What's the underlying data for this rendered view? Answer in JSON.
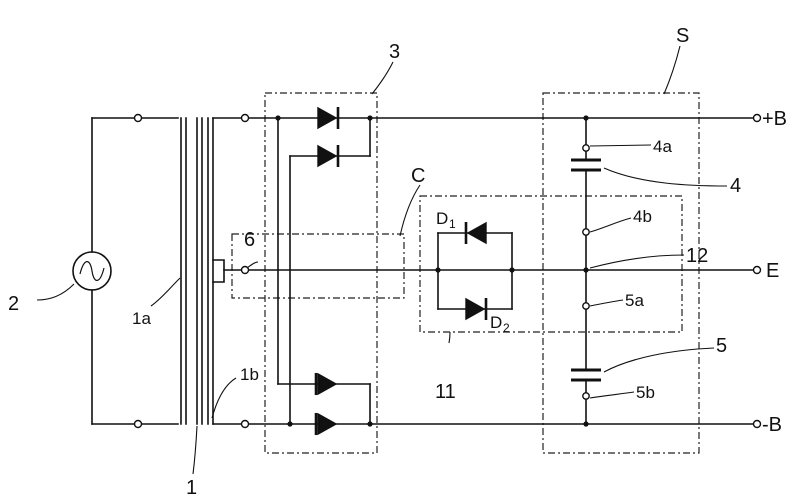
{
  "labels": {
    "transformer": "1",
    "primary_winding": "1a",
    "secondary_winding": "1b",
    "ac_source": "2",
    "rectifier_block": "3",
    "capacitor_top": "4",
    "capacitor_top_terminal_a": "4a",
    "capacitor_top_terminal_b": "4b",
    "capacitor_bottom": "5",
    "capacitor_bottom_terminal_a": "5a",
    "capacitor_bottom_terminal_b": "5b",
    "center_tap": "6",
    "diode_block": "11",
    "middle_node": "12",
    "block_c": "C",
    "block_s": "S",
    "diode_d1": "D",
    "diode_d1_sub": "1",
    "diode_d2": "D",
    "diode_d2_sub": "2",
    "plus_terminal": "+B",
    "ground_terminal": "E",
    "minus_terminal": "-B"
  },
  "icons": {
    "ac_source": "sine-wave-icon",
    "diode": "diode-icon",
    "capacitor": "capacitor-icon"
  }
}
